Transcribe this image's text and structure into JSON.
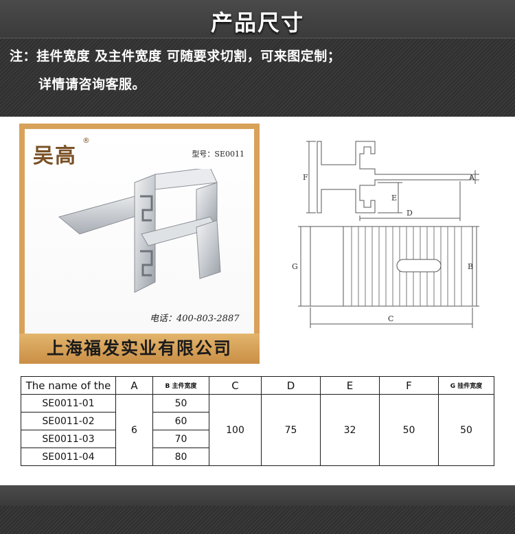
{
  "header": {
    "title": "产品尺寸",
    "note_line1": "注：挂件宽度 及主件宽度 可随要求切割，可来图定制；",
    "note_line2": "详情请咨询客服。"
  },
  "product_card": {
    "brand": "吴高",
    "registered_mark": "®",
    "model_label": "型号：SE0011",
    "phone_label": "电话：400-803-2887",
    "company": "上海福发实业有限公司"
  },
  "drawing_labels": {
    "A": "A",
    "B": "B",
    "C": "C",
    "D": "D",
    "E": "E",
    "F": "F",
    "G": "G"
  },
  "spec_table": {
    "headers": [
      "The name of the",
      "A",
      "B 主件宽度",
      "C",
      "D",
      "E",
      "F",
      "G 挂件宽度"
    ],
    "rows": [
      {
        "name": "SE0011-01",
        "B": "50"
      },
      {
        "name": "SE0011-02",
        "B": "60"
      },
      {
        "name": "SE0011-03",
        "B": "70"
      },
      {
        "name": "SE0011-04",
        "B": "80"
      }
    ],
    "shared": {
      "A": "6",
      "C": "100",
      "D": "75",
      "E": "32",
      "F": "50",
      "G": "50"
    }
  }
}
